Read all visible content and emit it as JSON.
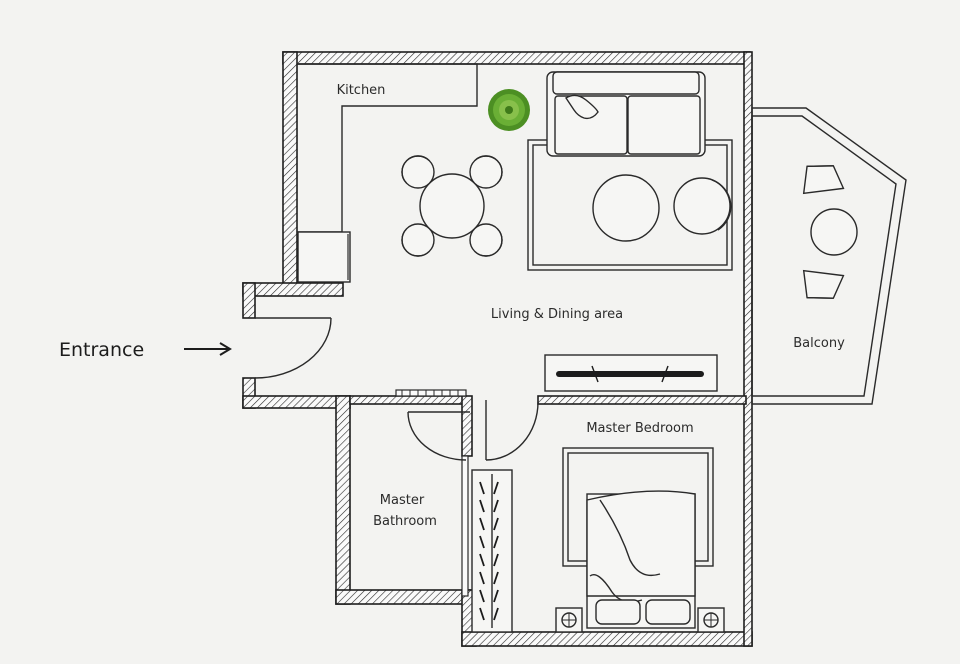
{
  "plan": {
    "rooms": [
      {
        "id": "kitchen",
        "label": "Kitchen"
      },
      {
        "id": "living",
        "label": "Living & Dining area"
      },
      {
        "id": "balcony",
        "label": "Balcony"
      },
      {
        "id": "bedroom",
        "label": "Master Bedroom"
      },
      {
        "id": "bathroom",
        "label_line1": "Master",
        "label_line2": "Bathroom"
      }
    ],
    "entrance": {
      "label": "Entrance"
    },
    "colors": {
      "background": "#f3f3f1",
      "line": "#1e1e1e",
      "plant": "#5aa02c"
    }
  }
}
